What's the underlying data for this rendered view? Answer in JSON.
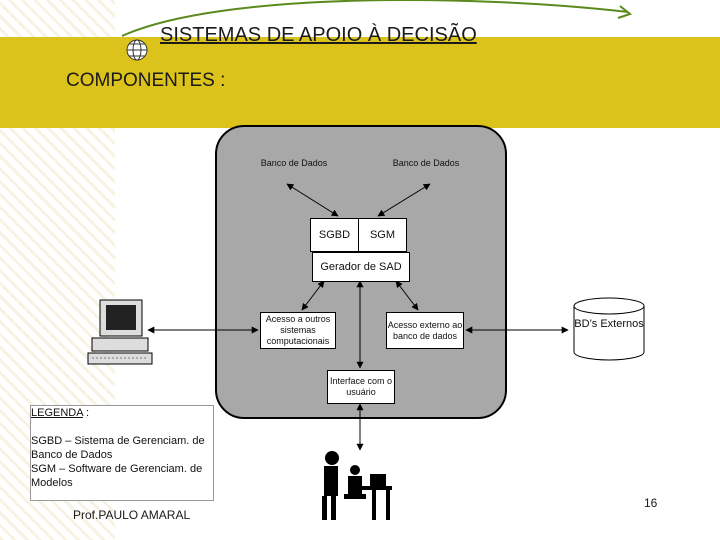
{
  "slide": {
    "title": "SISTEMAS DE APOIO À DECISÃO",
    "subtitle": "COMPONENTES :",
    "page_number": "16",
    "author": "Prof.PAULO AMARAL"
  },
  "diagram": {
    "db_left": "Banco de Dados",
    "db_right": "Banco de Dados",
    "sgbd": "SGBD",
    "sgm": "SGM",
    "generator": "Gerador de SAD",
    "access_other": "Acesso a outros sistemas computacionais",
    "access_external": "Acesso externo ao banco de dados",
    "interface": "Interface com o usuário",
    "external_db": "BD’s Externos"
  },
  "legend": {
    "title": "LEGENDA",
    "title_suffix": " :",
    "line1": "SGBD – Sistema de Gerenciam. de Banco de Dados",
    "line2": "SGM – Software de Gerenciam. de Modelos"
  },
  "colors": {
    "band": "#dcc31c",
    "container": "#a8a8a8",
    "accent_green": "#5a8a1e"
  },
  "icons": [
    "globe-icon",
    "computer-icon",
    "user-at-desk-icon",
    "database-icon"
  ]
}
